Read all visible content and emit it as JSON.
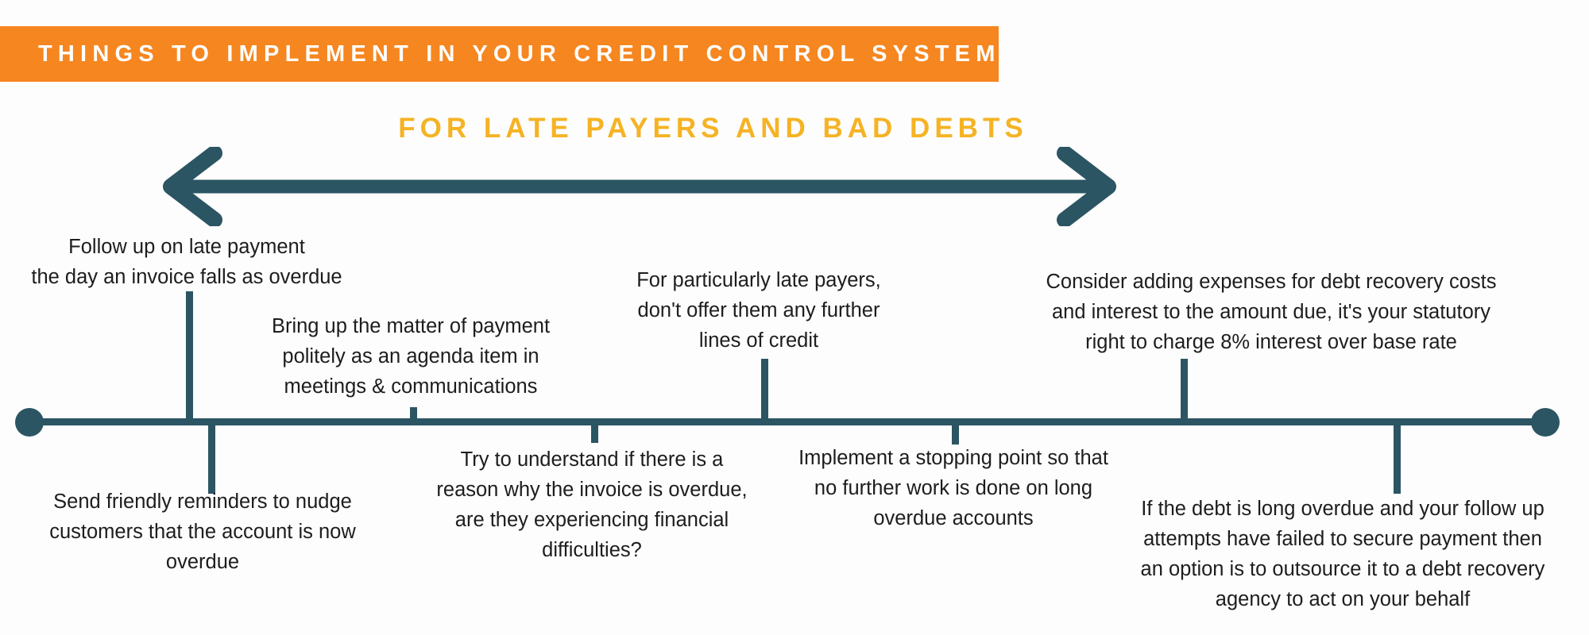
{
  "banner": {
    "title": "THINGS TO IMPLEMENT IN YOUR CREDIT CONTROL SYSTEM",
    "background_color": "#F6861F",
    "text_color": "#FFFFFF"
  },
  "subtitle": {
    "text": "FOR LATE PAYERS AND BAD DEBTS",
    "color": "#F5B324"
  },
  "timeline": {
    "accent_color": "#2B5563",
    "arrow": {
      "name": "double-headed-arrow",
      "direction": "both"
    },
    "items": [
      {
        "id": 1,
        "position": "above",
        "text": "Follow up on late payment\nthe day an invoice falls as overdue"
      },
      {
        "id": 2,
        "position": "below",
        "text": "Send friendly reminders to nudge\ncustomers that the account is now\noverdue"
      },
      {
        "id": 3,
        "position": "above",
        "text": "Bring up the matter of payment\npolitely as an agenda item in\nmeetings & communications"
      },
      {
        "id": 4,
        "position": "below",
        "text": "Try to understand if there is a\nreason why the invoice is overdue,\nare they experiencing financial\ndifficulties?"
      },
      {
        "id": 5,
        "position": "above",
        "text": "For particularly late payers,\ndon't offer them any further\nlines of credit"
      },
      {
        "id": 6,
        "position": "below",
        "text": "Implement a stopping point so that\nno further work is done on long\noverdue accounts"
      },
      {
        "id": 7,
        "position": "above",
        "text": "Consider adding expenses for debt recovery costs\nand interest to the amount due, it's your statutory\nright to charge 8% interest over base rate"
      },
      {
        "id": 8,
        "position": "below",
        "text": "If the debt is long overdue and your follow up\nattempts have failed to secure payment then\nan option is to outsource it to a debt recovery\nagency to act on your behalf"
      }
    ]
  }
}
